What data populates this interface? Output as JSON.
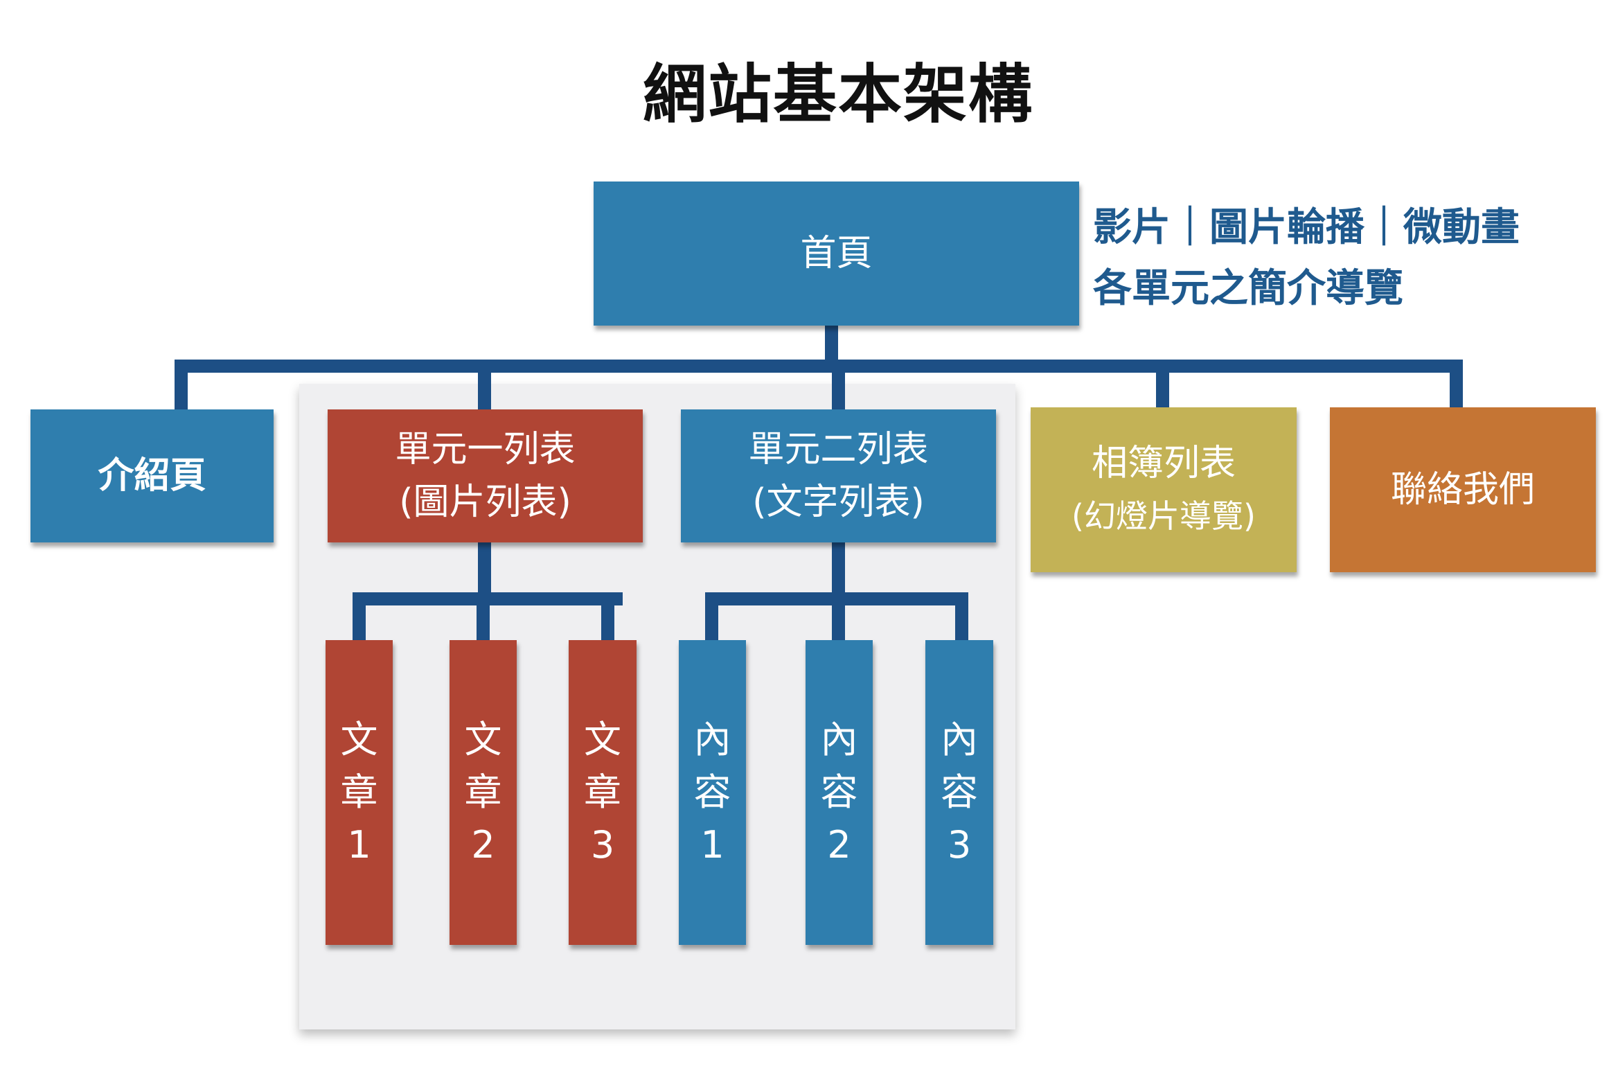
{
  "title": "網站基本架構",
  "home": {
    "label": "首頁",
    "note_line1": "影片｜圖片輪播｜微動畫",
    "note_line2": "各單元之簡介導覽"
  },
  "level2": [
    {
      "line1": "介紹頁",
      "line2": "",
      "color": "#2f7eae"
    },
    {
      "line1": "單元一列表",
      "line2": "(圖片列表)",
      "color": "#b04534"
    },
    {
      "line1": "單元二列表",
      "line2": "(文字列表)",
      "color": "#2f7eae"
    },
    {
      "line1": "相簿列表",
      "line2": "(幻燈片導覽)",
      "color": "#c3b256"
    },
    {
      "line1": "聯絡我們",
      "line2": "",
      "color": "#c57534"
    }
  ],
  "unit1_children": [
    {
      "c1": "文",
      "c2": "章",
      "c3": "1"
    },
    {
      "c1": "文",
      "c2": "章",
      "c3": "2"
    },
    {
      "c1": "文",
      "c2": "章",
      "c3": "3"
    }
  ],
  "unit2_children": [
    {
      "c1": "內",
      "c2": "容",
      "c3": "1"
    },
    {
      "c1": "內",
      "c2": "容",
      "c3": "2"
    },
    {
      "c1": "內",
      "c2": "容",
      "c3": "3"
    }
  ],
  "colors": {
    "connector": "#1d4f85",
    "title": "#111111",
    "note": "#1f5a8e"
  }
}
